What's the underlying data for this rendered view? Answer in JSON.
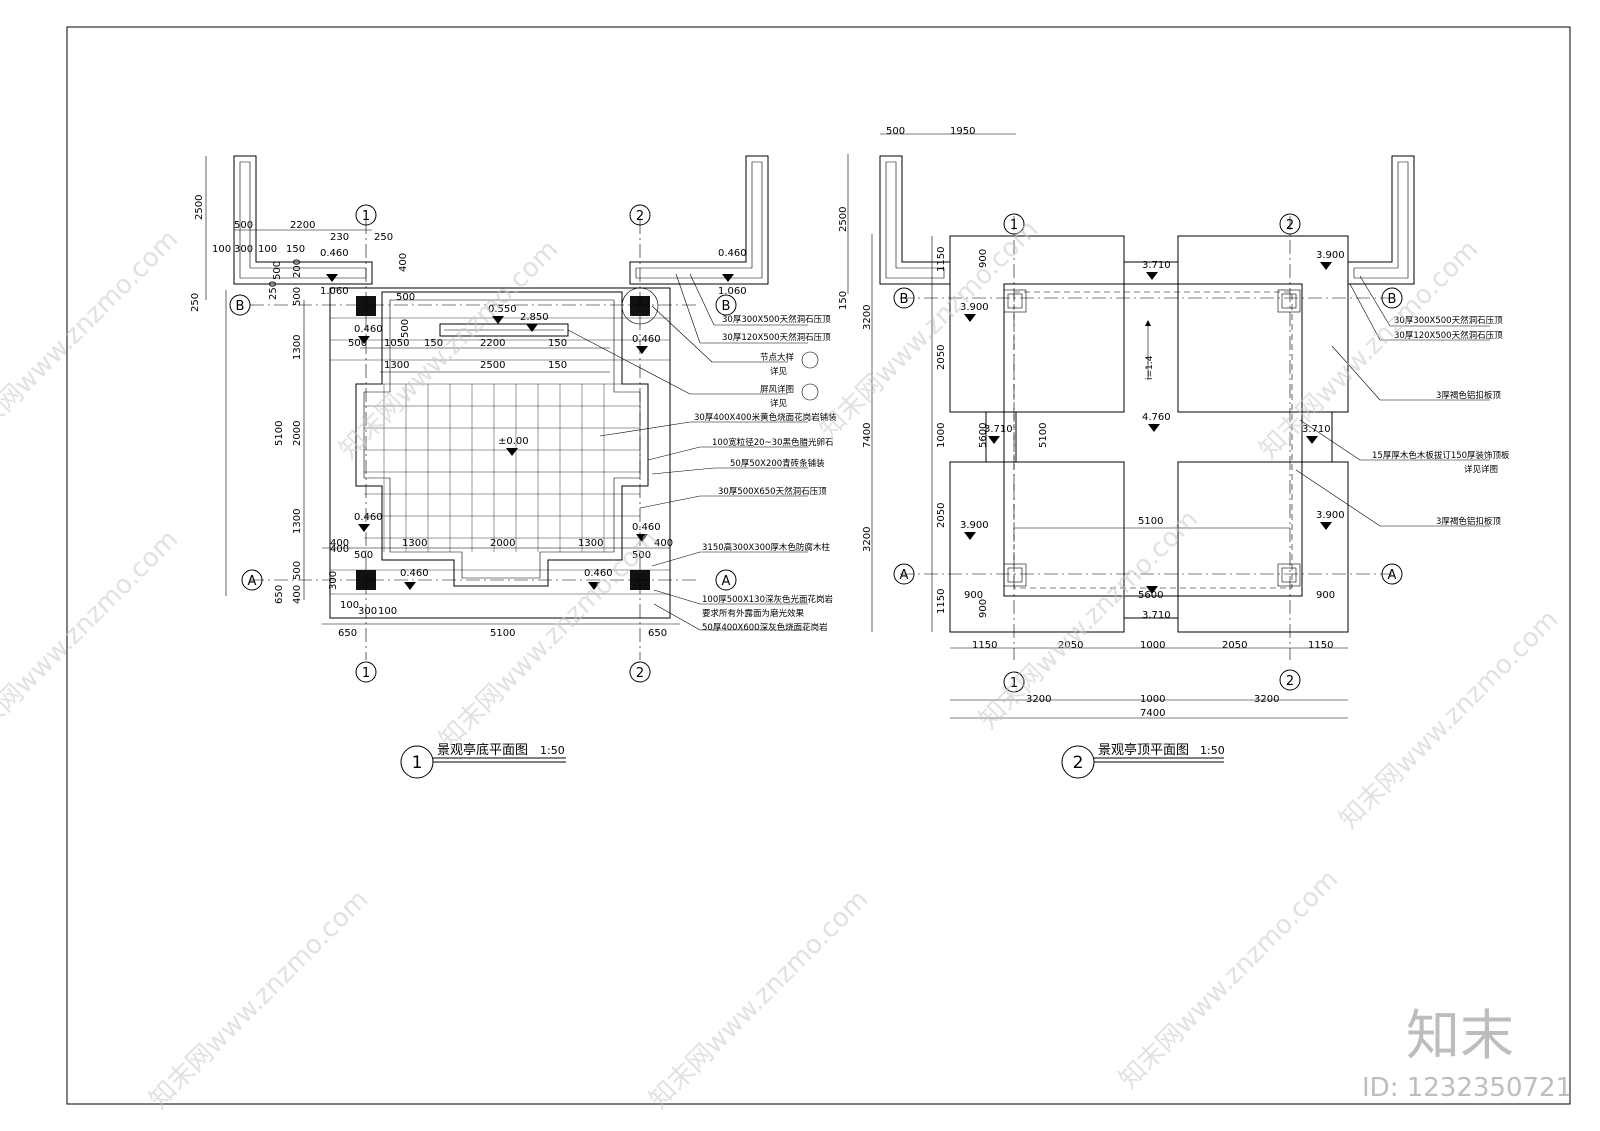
{
  "plan1": {
    "title": "景观亭底平面图",
    "scale": "1:50",
    "number": "1",
    "axis_1": "1",
    "axis_2": "2",
    "axis_A": "A",
    "axis_B": "B",
    "levels": {
      "corner_tl": "0.460",
      "corner_tr": "0.460",
      "wall_tl": "1.060",
      "wall_tr": "1.060",
      "bench": "0.550",
      "bench2": "2.850",
      "pillar_tl": "0.460",
      "pillar_tr": "0.460",
      "pillar_bl": "0.460",
      "pillar_br": "0.460",
      "floor": "±0.00",
      "bottom_l": "0.460",
      "bottom_r": "0.460"
    },
    "dims_top": [
      "500",
      "2200",
      "230",
      "250",
      "100",
      "300",
      "100",
      "150",
      "500",
      "1050",
      "150",
      "2200",
      "150",
      "2500",
      "500",
      "1300"
    ],
    "dims_left": [
      "2500",
      "250",
      "500",
      "500",
      "200",
      "250",
      "1300",
      "2000",
      "5100",
      "1300",
      "500",
      "400",
      "650",
      "400",
      "300",
      "400",
      "500"
    ],
    "dims_bottom": [
      "650",
      "5100",
      "650",
      "100",
      "300",
      "100",
      "1300",
      "2000",
      "1300",
      "500",
      "400",
      "500",
      "400",
      "150"
    ],
    "notes": [
      "30厚300X500天然洞石压顶",
      "30厚120X500天然洞石压顶",
      "节点大样",
      "详见",
      "屏风详图",
      "详见",
      "30厚400X400米黄色烧面花岗岩铺装",
      "100宽粒径20~30黑色腊光卵石",
      "50厚50X200青砖条铺装",
      "30厚500X650天然洞石压顶",
      "3150高300X300厚木色防腐木柱",
      "100厚500X130深灰色光面花岗岩",
      "要求所有外露面为磨光效果",
      "50厚400X600深灰色烧面花岗岩"
    ]
  },
  "plan2": {
    "title": "景观亭顶平面图",
    "scale": "1:50",
    "number": "2",
    "axis_1": "1",
    "axis_2": "2",
    "axis_A": "A",
    "axis_B": "B",
    "levels": {
      "top": "3.710",
      "tr": "3.900",
      "tl": "3.900",
      "left": "3.710",
      "center": "4.760",
      "right": "3.710",
      "bl": "3.900",
      "br": "3.900",
      "bottom": "3.710"
    },
    "slope": "i=1:4",
    "dims_top": [
      "500",
      "1950"
    ],
    "dims_left": [
      "2500",
      "150",
      "3200",
      "7400",
      "1000",
      "3200",
      "900",
      "1150",
      "2050",
      "5600",
      "2050",
      "900",
      "1150"
    ],
    "dims_inner": [
      "5100",
      "5100",
      "5600",
      "900",
      "900"
    ],
    "dims_bottom_row1": [
      "1150",
      "2050",
      "1000",
      "2050",
      "1150"
    ],
    "dims_bottom_row2": [
      "3200",
      "1000",
      "3200"
    ],
    "dims_bottom_row3": [
      "7400"
    ],
    "notes": [
      "30厚300X500天然洞石压顶",
      "30厚120X500天然洞石压顶",
      "3厚褐色铝扣板顶",
      "15厚厚木色木板拔订150厚装饰顶板",
      "详见详图",
      "3厚褐色铝扣板顶"
    ]
  },
  "watermark": {
    "site": "www.znzmo.com",
    "brand": "知末网",
    "logo": "知末",
    "id": "ID: 1232350721"
  }
}
